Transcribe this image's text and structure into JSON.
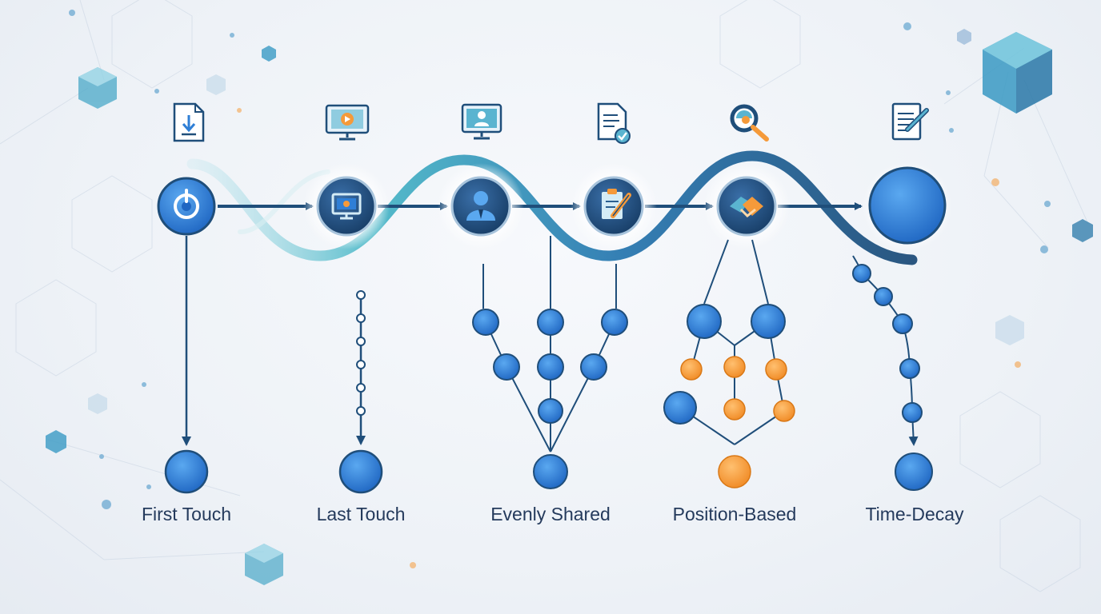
{
  "colors": {
    "primary_blue": "#2f7fd6",
    "dark_navy": "#1f4e7a",
    "teal": "#4cb8c8",
    "orange": "#f59a3a",
    "text": "#243a5c"
  },
  "top_icons": [
    "download-document-icon",
    "video-monitor-icon",
    "user-monitor-icon",
    "checked-document-icon",
    "magnifier-icon",
    "notepad-pencil-icon"
  ],
  "journey_nodes": [
    {
      "icon": "power-icon"
    },
    {
      "icon": "screen-icon"
    },
    {
      "icon": "person-icon"
    },
    {
      "icon": "clipboard-pencil-icon"
    },
    {
      "icon": "handshake-icon"
    },
    {
      "icon": "blank-circle"
    }
  ],
  "models": [
    {
      "label": "First Touch"
    },
    {
      "label": "Last Touch"
    },
    {
      "label": "Evenly Shared"
    },
    {
      "label": "Position-Based"
    },
    {
      "label": "Time-Decay"
    }
  ]
}
